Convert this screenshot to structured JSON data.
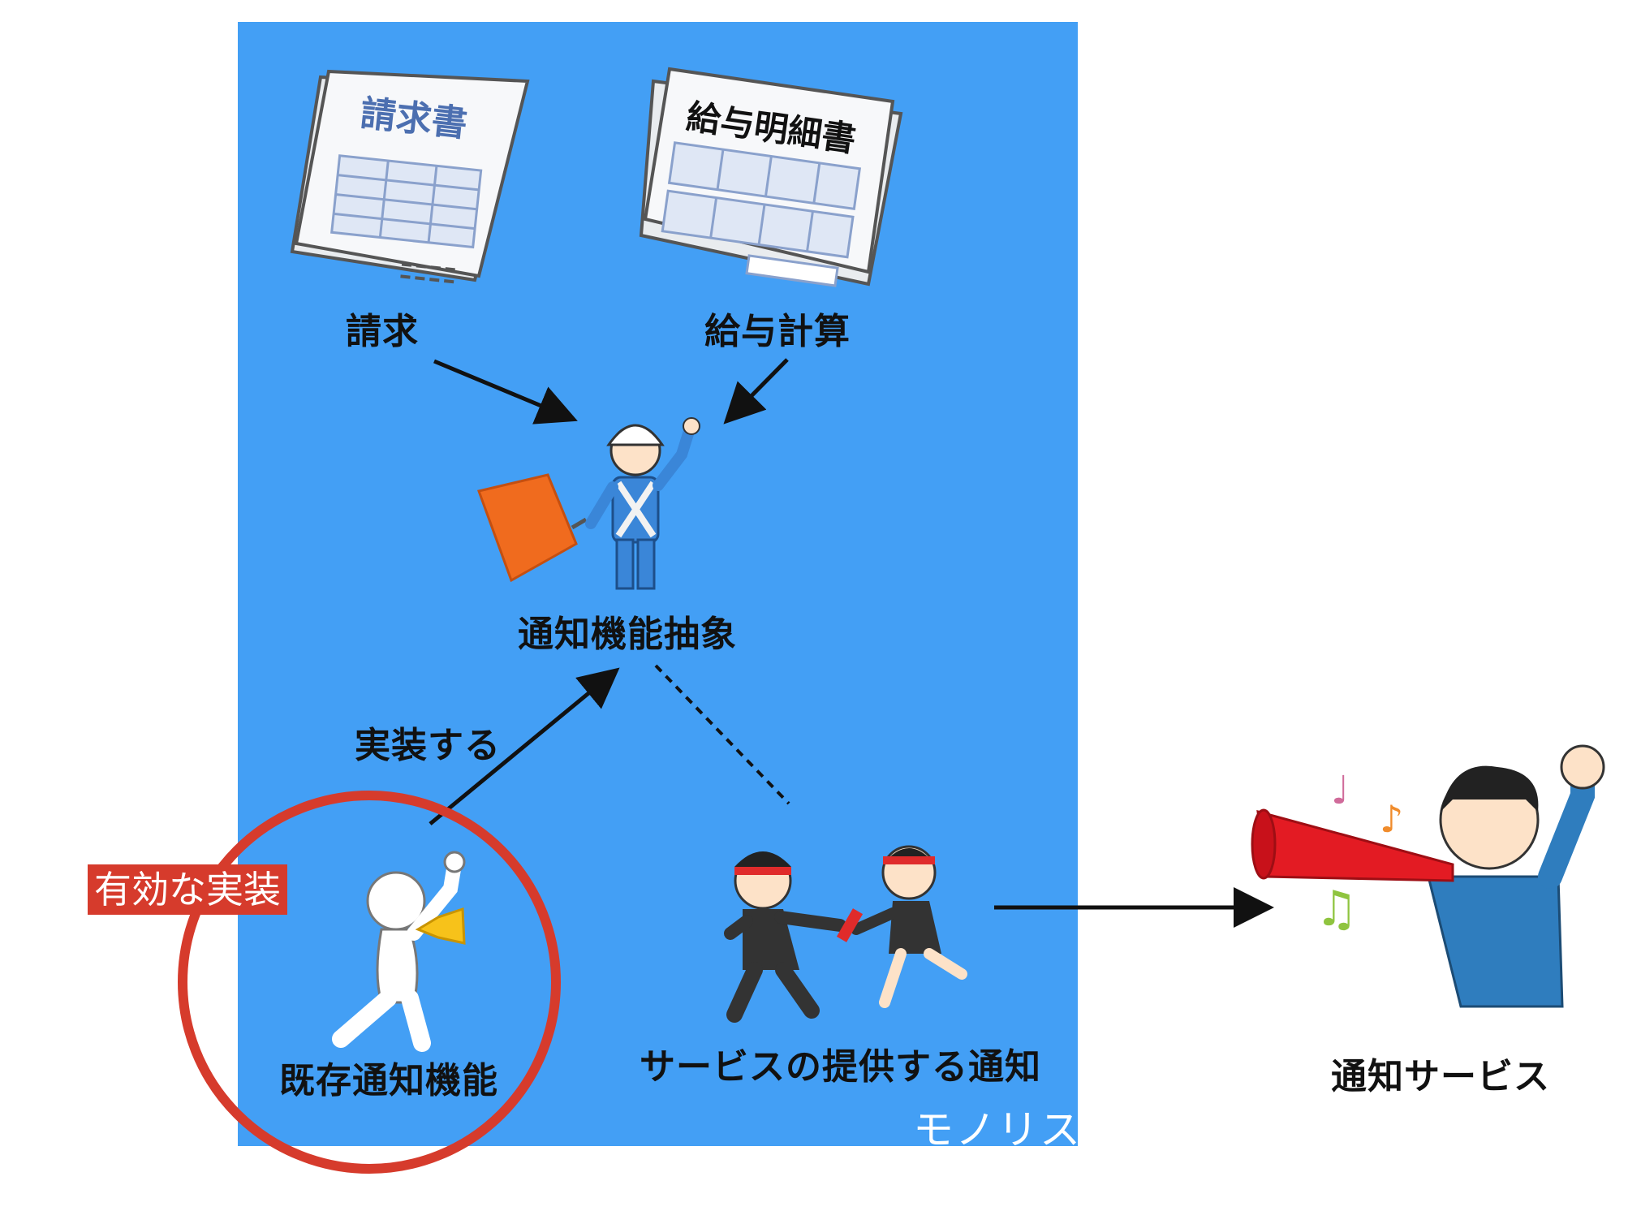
{
  "monolith": {
    "label": "モノリス",
    "color": "#439ff5"
  },
  "nodes": {
    "billing": {
      "label": "請求",
      "document_title": "請求書",
      "icon": "invoice-document"
    },
    "payroll": {
      "label": "給与計算",
      "document_title": "給与明細書",
      "icon": "payslip-document"
    },
    "abstraction": {
      "label": "通知機能抽象",
      "icon": "traffic-guard-with-flag"
    },
    "existing": {
      "label": "既存通知機能",
      "icon": "megaphone-figure"
    },
    "service_notice": {
      "label": "サービスの提供する通知",
      "icon": "relay-runners"
    },
    "notification_service": {
      "label": "通知サービス",
      "icon": "man-with-vuvuzela"
    }
  },
  "edges": {
    "implements_label": "実装する"
  },
  "highlight": {
    "badge": "有効な実装",
    "color": "#d63b2c"
  }
}
